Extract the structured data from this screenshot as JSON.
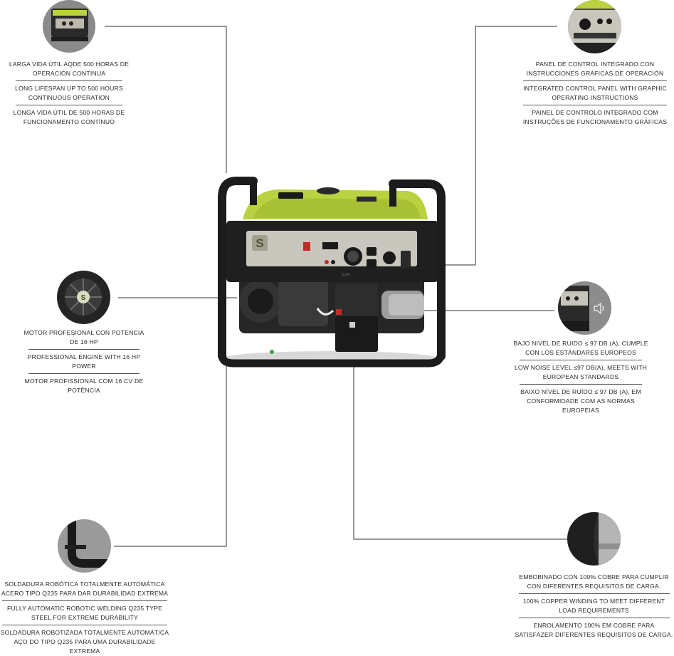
{
  "features": {
    "lifespan": {
      "es": "LARGA VIDA ÚTIL AQDE 500 HORAS DE OPERACIÓN CONTINUA",
      "en": "LONG LIFESPAN UP TO 500 HOURS CONTINUOUS OPERATION",
      "pt": "LONGA VIDA ÚTIL DE 500 HORAS DE FUNCIONAMENTO CONTÍNUO"
    },
    "panel": {
      "es": "PANEL DE CONTROL INTEGRADO CON INSTRUCCIONES GRÁFICAS DE OPERACIÓN",
      "en": "INTEGRATED CONTROL PANEL WITH GRAPHIC OPERATING INSTRUCTIONS",
      "pt": "PAINEL DE CONTROLO INTEGRADO COM INSTRUÇÕES DE FUNCIONAMENTO GRÁFICAS"
    },
    "engine": {
      "es": "MOTOR PROFESIONAL CON POTENCIA DE 16 HP",
      "en": "PROFESSIONAL ENGINE WITH 16 HP POWER",
      "pt": "MOTOR PROFISSIONAL COM 16 CV DE POTÊNCIA"
    },
    "noise": {
      "es": "BAJO NIVEL DE RUIDO ≤ 97 DB (A), CUMPLE CON LOS ESTÁNDARES EUROPEOS",
      "en": "LOW NOISE LEVEL ≤97 DB(A), MEETS WITH EUROPEAN STANDARDS",
      "pt": "BAIXO NÍVEL DE RUÍDO ≤ 97 DB (A), EM CONFORMIDADE COM AS NORMAS EUROPEIAS"
    },
    "welding": {
      "es": "SOLDADURA ROBÓTICA TOTALMENTE AUTOMÁTICA ACERO TIPO Q235 PARA DAR DURABILIDAD EXTREMA",
      "en": "FULLY AUTOMATIC ROBOTIC WELDING Q235 TYPE STEEL FOR EXTREME DURABILITY",
      "pt": "SOLDADURA ROBOTIZADA TOTALMENTE AUTOMÁTICA AÇO DO TIPO Q235 PARA UMA DURABILIDADE EXTREMA"
    },
    "copper": {
      "es": "EMBOBINADO CON 100% COBRE PARA CUMPLIR CON DIFERENTES REQUISITOS DE CARGA.",
      "en": "100% COPPER WINDING TO MEET DIFFERENT LOAD REQUIREMENTS",
      "pt": "ENROLAMENTO 100% EM COBRE PARA SATISFAZER DIFERENTES REQUISITOS DE CARGA."
    }
  },
  "product": {
    "brand_mark": "S",
    "panel_label": "AVR"
  },
  "colors": {
    "tank_green": "#b9d23f",
    "frame_black": "#1c1c1c",
    "panel_silver": "#c9c6bd"
  },
  "icons": {
    "noise": "speaker-icon"
  }
}
